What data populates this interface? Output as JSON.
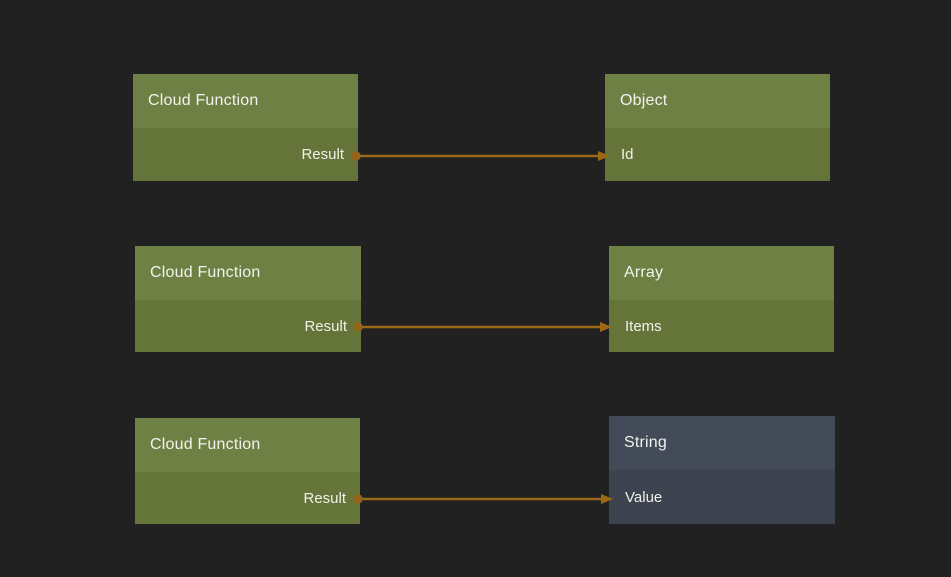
{
  "app": {
    "name": "node-graph-editor"
  },
  "colors": {
    "background": "#212121",
    "node_green_header": "#6e8044",
    "node_green_body": "#657539",
    "node_slate_header": "#444b58",
    "node_slate_body": "#3d434f",
    "connection": "#9c6a16",
    "text": "#f2f2ee"
  },
  "nodes": [
    {
      "title": "Cloud Function",
      "port": "Result",
      "port_kind": "output"
    },
    {
      "title": "Object",
      "port": "Id",
      "port_kind": "input"
    },
    {
      "title": "Cloud Function",
      "port": "Result",
      "port_kind": "output"
    },
    {
      "title": "Array",
      "port": "Items",
      "port_kind": "input"
    },
    {
      "title": "Cloud Function",
      "port": "Result",
      "port_kind": "output"
    },
    {
      "title": "String",
      "port": "Value",
      "port_kind": "input"
    }
  ],
  "connections": [
    {
      "from": "Cloud Function.Result",
      "to": "Object.Id"
    },
    {
      "from": "Cloud Function.Result",
      "to": "Array.Items"
    },
    {
      "from": "Cloud Function.Result",
      "to": "String.Value"
    }
  ]
}
